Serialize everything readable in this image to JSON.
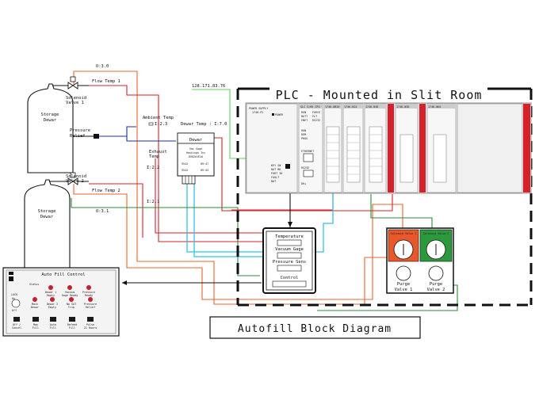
{
  "diagram_title": "Autofill Block Diagram",
  "plc": {
    "title": "PLC - Mounted in Slit Room",
    "ip": "128.171.83.76",
    "power_supply": [
      "POWER SUPPLY",
      "1746-P2"
    ],
    "power_label": "POWER",
    "ethernet_label": "ETHERNET",
    "module_headers": [
      "SLC 5/05 CPU",
      "1746-OB16",
      "1746-NI4",
      "1746-NI8",
      "1746-NI8",
      "1746-NO4"
    ],
    "cpu_leds": [
      "RUN",
      "FORCE",
      "BATT",
      "FLT",
      "ENET",
      "RS232"
    ],
    "key_labels": [
      "RUN",
      "REM",
      "PROG"
    ],
    "misc_labels": [
      "RS232",
      "DH+"
    ],
    "side_labels": [
      "KEY SW",
      "BAT MD",
      "FORT 30",
      "FAULT",
      "BAT"
    ]
  },
  "tanks": [
    {
      "label": [
        "Storage",
        "Dewar"
      ]
    },
    {
      "label": [
        "Storage",
        "Dewar"
      ]
    }
  ],
  "labels": {
    "io_top": "O:3.0",
    "io_bottom": "O:3.1",
    "solenoid1": [
      "Solenoid",
      "Valve 1"
    ],
    "solenoid2": [
      "Solenoid",
      "Valve 2"
    ],
    "flow1": "Flow Temp 1",
    "flow2": "Flow Temp 2",
    "pressure_relief": [
      "Pressure",
      "Relief"
    ],
    "ambient": [
      "Ambient Temp",
      "I:2.3"
    ],
    "dewar_temp": "Dewar Temp : I:7.0",
    "exhaust": [
      "Exhaust",
      "Temp"
    ],
    "exhaust_io": "I:2.2",
    "flow2_io": "I:2.1"
  },
  "dewar_box": {
    "title": "Dewar",
    "vac_lines": [
      "Vac Gage",
      "Hastings Inc",
      "DV6201E2A"
    ],
    "readings": [
      {
        "code": "9542",
        "value": "09:47"
      },
      {
        "code": "9542",
        "value": "09:45"
      }
    ]
  },
  "sensor_box": {
    "rows": [
      "Temperature",
      "Vacuum Gage",
      "Pressure Sens",
      "Control"
    ]
  },
  "valves": {
    "titles": [
      "Solenoid Valve 1",
      "Solenoid Valve 2"
    ],
    "captions": [
      [
        "Purge",
        "Valve 1"
      ],
      [
        "Purge",
        "Valve 2"
      ]
    ]
  },
  "panel": {
    "title": "Auto Fill Control",
    "status_label": "Status",
    "indicators": [
      [
        "Dewar 1",
        "Empty"
      ],
      [
        "Vacuum",
        "Gage Ready"
      ],
      [
        "Pressure",
        "Ready"
      ],
      [
        "Main",
        "Dewar"
      ],
      [
        "Dewar 2",
        "Empty"
      ],
      [
        "No SAT",
        "Trip"
      ],
      [
        "Pressure",
        "Relief"
      ]
    ],
    "lock_label": [
      "LOCK",
      "On",
      "Off"
    ],
    "buttons": [
      [
        "Off /",
        "Cancel"
      ],
      [
        "Man",
        "Fill"
      ],
      [
        "Auto",
        "Fill"
      ],
      [
        "Refeed",
        "Fill"
      ],
      [
        "Pulse",
        "21 Hours"
      ]
    ],
    "colors": {
      "indicator": "#c8202a",
      "panel_bg": "#f4f4f4",
      "button": "#1a1a1a"
    }
  },
  "colors": {
    "wire_red": "#d6202a",
    "wire_orange": "#e8642a",
    "wire_blue": "#1c2db4",
    "wire_cyan": "#2ec4e6",
    "wire_green": "#2a8a3c",
    "wire_light_green": "#5ed25e",
    "valve_orange": "#e8582a",
    "valve_green": "#2c9a3c"
  }
}
